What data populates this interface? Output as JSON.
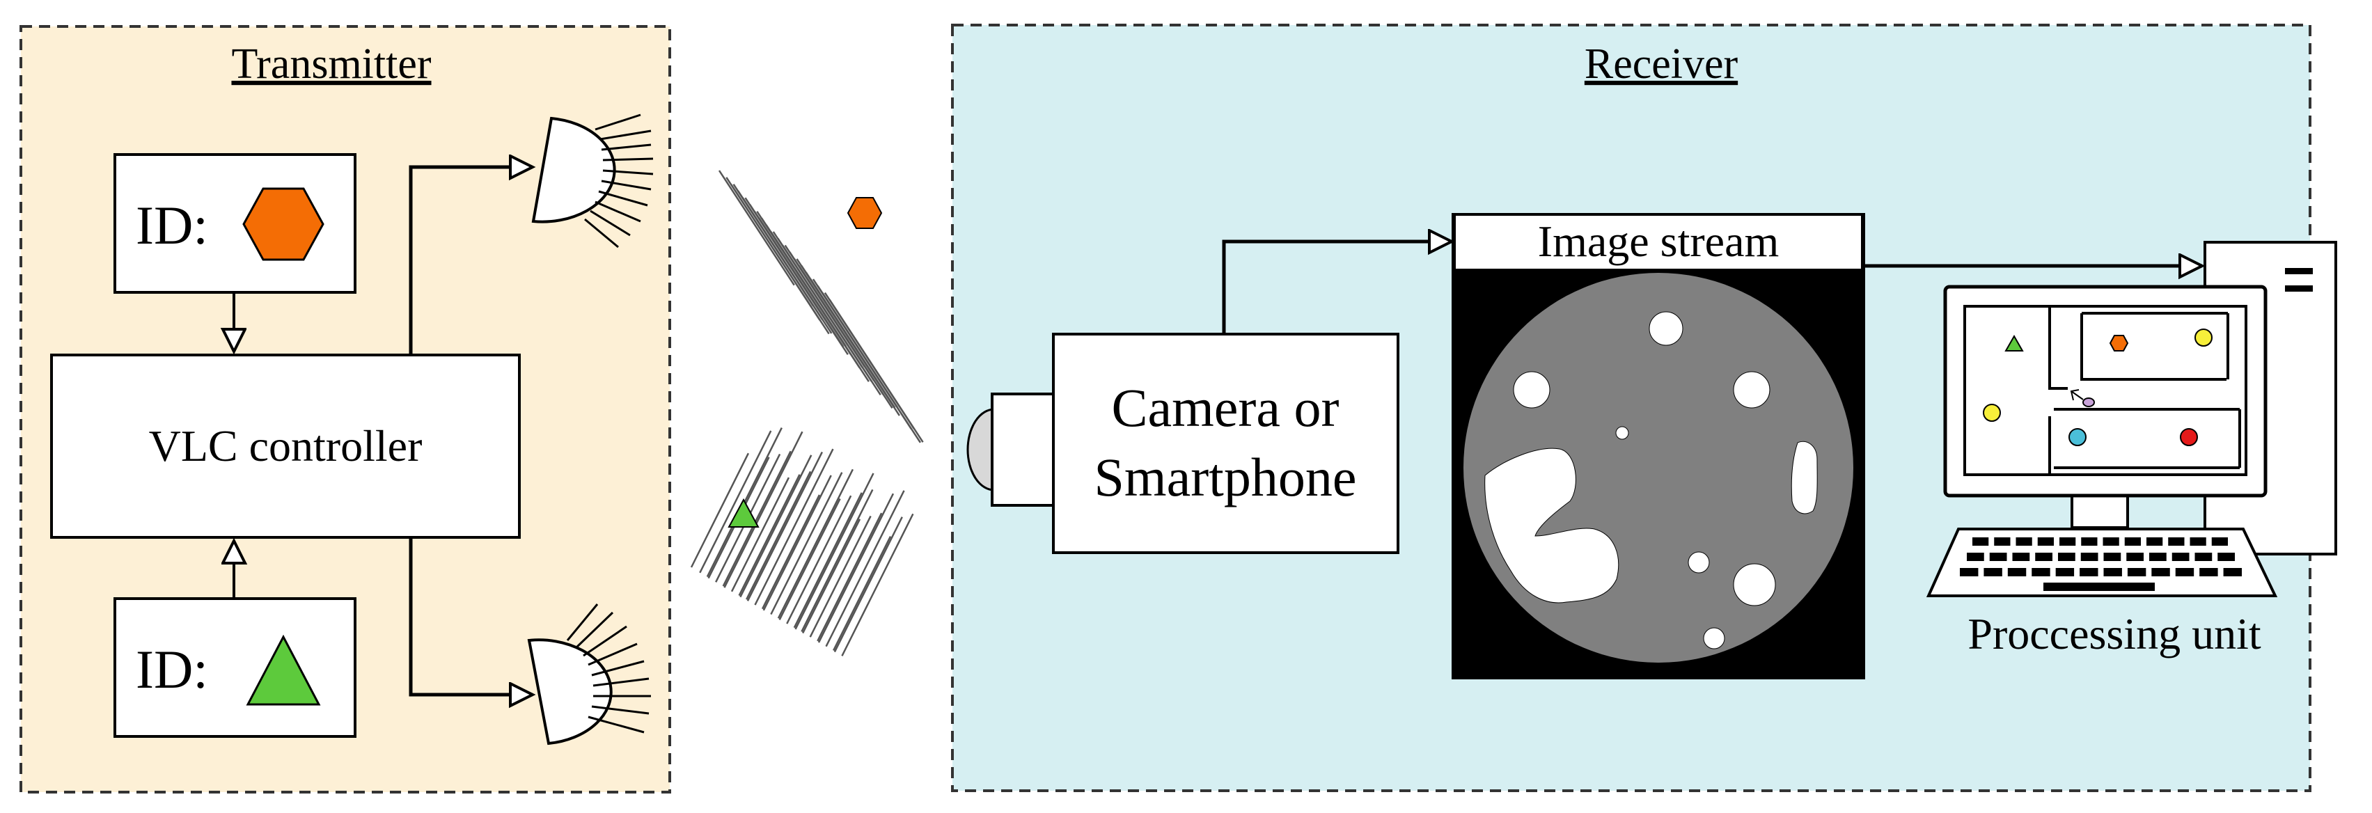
{
  "transmitter": {
    "title": "Transmitter",
    "bg_color": "#fdf0d6",
    "id_box_top": {
      "label": "ID:",
      "shape": "hexagon",
      "color": "#f46d05"
    },
    "id_box_bottom": {
      "label": "ID:",
      "shape": "triangle",
      "color": "#5dca3c"
    },
    "controller": {
      "label": "VLC controller"
    }
  },
  "channel": {
    "hexagon_color": "#f46d05",
    "triangle_color": "#5dca3c"
  },
  "receiver": {
    "title": "Receiver",
    "bg_color": "#d6eff2",
    "camera": {
      "line1": "Camera or",
      "line2": "Smartphone"
    },
    "image_stream": {
      "label": "Image stream"
    },
    "processing": {
      "label": "Proccessing unit"
    },
    "marker_colors": {
      "triangle": "#5dca3c",
      "hexagon": "#f46d05",
      "yellow": "#f7ef3a",
      "blue": "#4bbfd9",
      "red": "#e51a1a"
    }
  }
}
